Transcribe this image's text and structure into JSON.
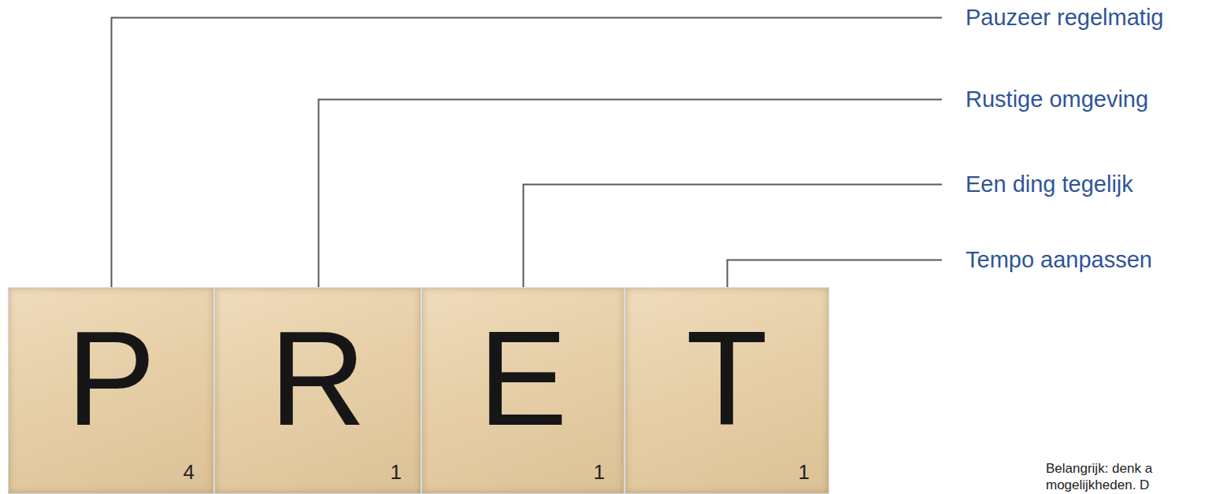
{
  "diagram": {
    "nodes": [
      {
        "text": [
          "Pauzeer regelmatig"
        ]
      },
      {
        "text": [
          "Rustige omgeving"
        ]
      },
      {
        "text": [
          "Een ding tegelijk"
        ]
      },
      {
        "text": [
          "Tempo aanpassen"
        ]
      },
      {
        "text": [
          "P",
          "4"
        ]
      },
      {
        "text": [
          "R",
          "1"
        ]
      },
      {
        "text": [
          "E",
          "1"
        ]
      },
      {
        "text": [
          "T",
          "1"
        ]
      }
    ],
    "edges": [
      {
        "from": 4,
        "to": 0,
        "arrow": "none"
      },
      {
        "from": 5,
        "to": 1,
        "arrow": "none"
      },
      {
        "from": 6,
        "to": 2,
        "arrow": "none"
      },
      {
        "from": 7,
        "to": 3,
        "arrow": "none"
      }
    ],
    "labels": [
      "Belangrijk: denk a",
      "mogelijkheden. D"
    ]
  }
}
